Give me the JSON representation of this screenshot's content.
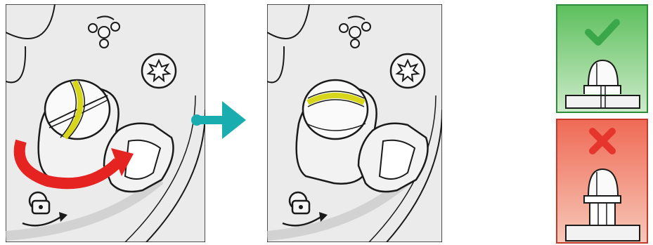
{
  "figure": {
    "panels": [
      {
        "id": "before",
        "description_icon": "cap-rotation-before"
      },
      {
        "id": "after",
        "description_icon": "cap-rotation-after"
      }
    ],
    "arrow_icon": "teal-arrow-right-icon",
    "rotation_arrow_icon": "red-curved-arrow-icon",
    "lock_icon": "lock-rotate-icon",
    "indicators": {
      "correct": {
        "icon": "checkmark-icon",
        "color": "#3aa84a",
        "bg_top": "#5cbf5c",
        "bg_bottom": "#cdebc9"
      },
      "wrong": {
        "icon": "cross-icon",
        "color": "#e5352d",
        "bg_top": "#ef6a55",
        "bg_bottom": "#f7c8b8"
      }
    },
    "colors": {
      "teal": "#1aadb0",
      "yellow_band": "#d8d61a",
      "red_arrow": "#e52320",
      "panel_bg": "#ebebeb",
      "line": "#1a1a1a"
    }
  }
}
